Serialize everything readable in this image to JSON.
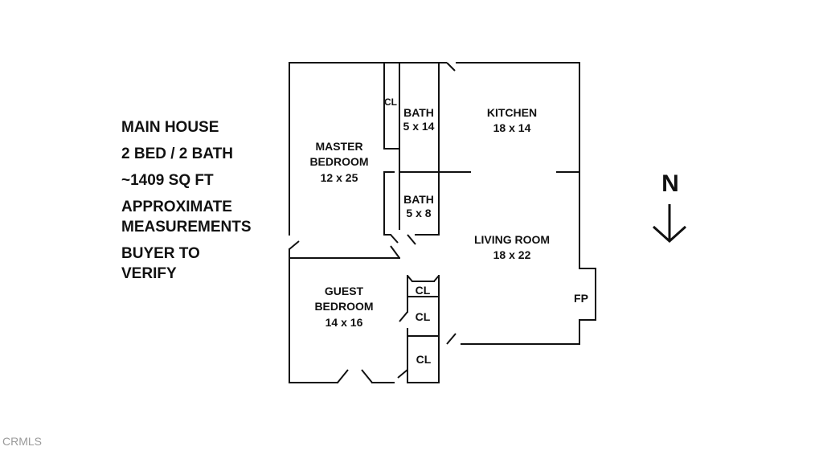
{
  "info": {
    "lines": [
      "MAIN HOUSE",
      "2 BED / 2 BATH",
      "~1409 SQ FT",
      "APPROXIMATE",
      "MEASUREMENTS",
      "BUYER TO",
      "VERIFY"
    ]
  },
  "rooms": {
    "master": {
      "name1": "MASTER",
      "name2": "BEDROOM",
      "dims": "12 x 25"
    },
    "bath1": {
      "name": "BATH",
      "dims": "5 x 14"
    },
    "kitchen": {
      "name": "KITCHEN",
      "dims": "18 x 14"
    },
    "bath2": {
      "name": "BATH",
      "dims": "5 x 8"
    },
    "living": {
      "name": "LIVING ROOM",
      "dims": "18 x 22"
    },
    "guest": {
      "name1": "GUEST",
      "name2": "BEDROOM",
      "dims": "14 x 16"
    },
    "closet_master": "CL",
    "closet_hall": "CL",
    "closet_mid": "CL",
    "closet_low": "CL",
    "fireplace": "FP"
  },
  "compass": {
    "label": "N",
    "arrow_direction": "down"
  },
  "watermark": "CRMLS"
}
